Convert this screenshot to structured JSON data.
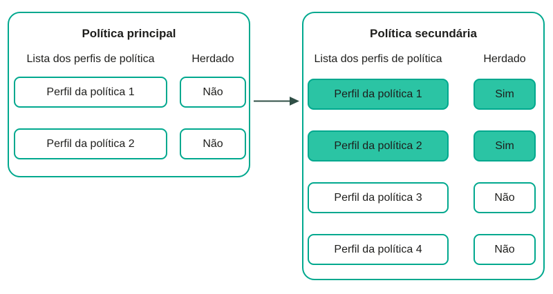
{
  "colors": {
    "accent": "#00a88e",
    "highlight": "#2bc4a4",
    "arrow": "#2f4f46",
    "text": "#1d1d1b",
    "background": "#ffffff"
  },
  "panels": [
    {
      "title": "Política principal",
      "profiles_header": "Lista dos perfis de política",
      "inherited_header": "Herdado",
      "rows": [
        {
          "profile": "Perfil da política 1",
          "inherited": "Não",
          "highlighted": false
        },
        {
          "profile": "Perfil da política 2",
          "inherited": "Não",
          "highlighted": false
        }
      ]
    },
    {
      "title": "Política secundária",
      "profiles_header": "Lista dos perfis de política",
      "inherited_header": "Herdado",
      "rows": [
        {
          "profile": "Perfil da política 1",
          "inherited": "Sim",
          "highlighted": true
        },
        {
          "profile": "Perfil da política 2",
          "inherited": "Sim",
          "highlighted": true
        },
        {
          "profile": "Perfil da política 3",
          "inherited": "Não",
          "highlighted": false
        },
        {
          "profile": "Perfil da política 4",
          "inherited": "Não",
          "highlighted": false
        }
      ]
    }
  ]
}
